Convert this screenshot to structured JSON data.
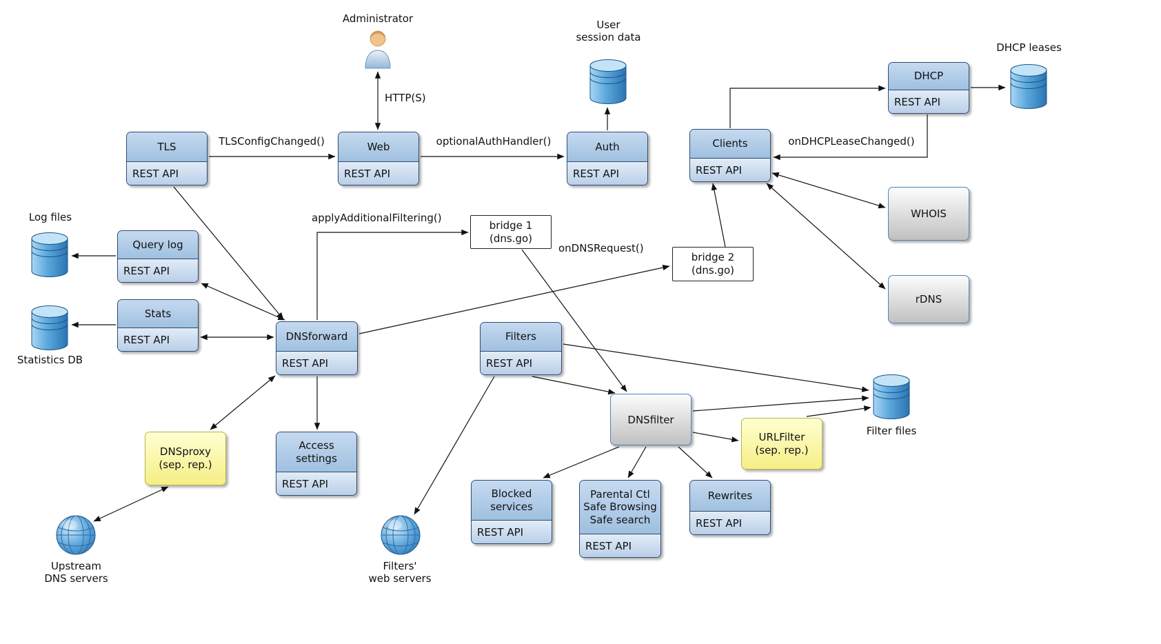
{
  "common": {
    "rest_api": "REST API"
  },
  "nodes": {
    "tls": {
      "title": "TLS"
    },
    "web": {
      "title": "Web"
    },
    "auth": {
      "title": "Auth"
    },
    "clients": {
      "title": "Clients"
    },
    "dhcp": {
      "title": "DHCP"
    },
    "query_log": {
      "title": "Query log"
    },
    "stats": {
      "title": "Stats"
    },
    "dnsforward": {
      "title": "DNSforward"
    },
    "filters": {
      "title": "Filters"
    },
    "access_settings": {
      "title": "Access\nsettings"
    },
    "blocked_services": {
      "title": "Blocked\nservices"
    },
    "parental": {
      "title": "Parental Ctl\nSafe Browsing\nSafe search"
    },
    "rewrites": {
      "title": "Rewrites"
    }
  },
  "modules": {
    "whois": "WHOIS",
    "rdns": "rDNS",
    "dnsfilter": "DNSfilter",
    "bridge1": "bridge 1\n(dns.go)",
    "bridge2": "bridge 2\n(dns.go)",
    "dnsproxy": "DNSproxy\n(sep. rep.)",
    "urlfilter": "URLFilter\n(sep. rep.)"
  },
  "datastores": {
    "user_session_data": "User\nsession data",
    "dhcp_leases": "DHCP leases",
    "log_files": "Log files",
    "statistics_db": "Statistics DB",
    "filter_files": "Filter files"
  },
  "externals": {
    "administrator": "Administrator",
    "upstream_dns": "Upstream\nDNS servers",
    "filters_web_servers": "Filters'\nweb servers"
  },
  "edge_labels": {
    "https": "HTTP(S)",
    "tls_config_changed": "TLSConfigChanged()",
    "optional_auth_handler": "optionalAuthHandler()",
    "on_dhcp_lease_changed": "onDHCPLeaseChanged()",
    "apply_additional_filtering": "applyAdditionalFiltering()",
    "on_dns_request": "onDNSRequest()"
  }
}
